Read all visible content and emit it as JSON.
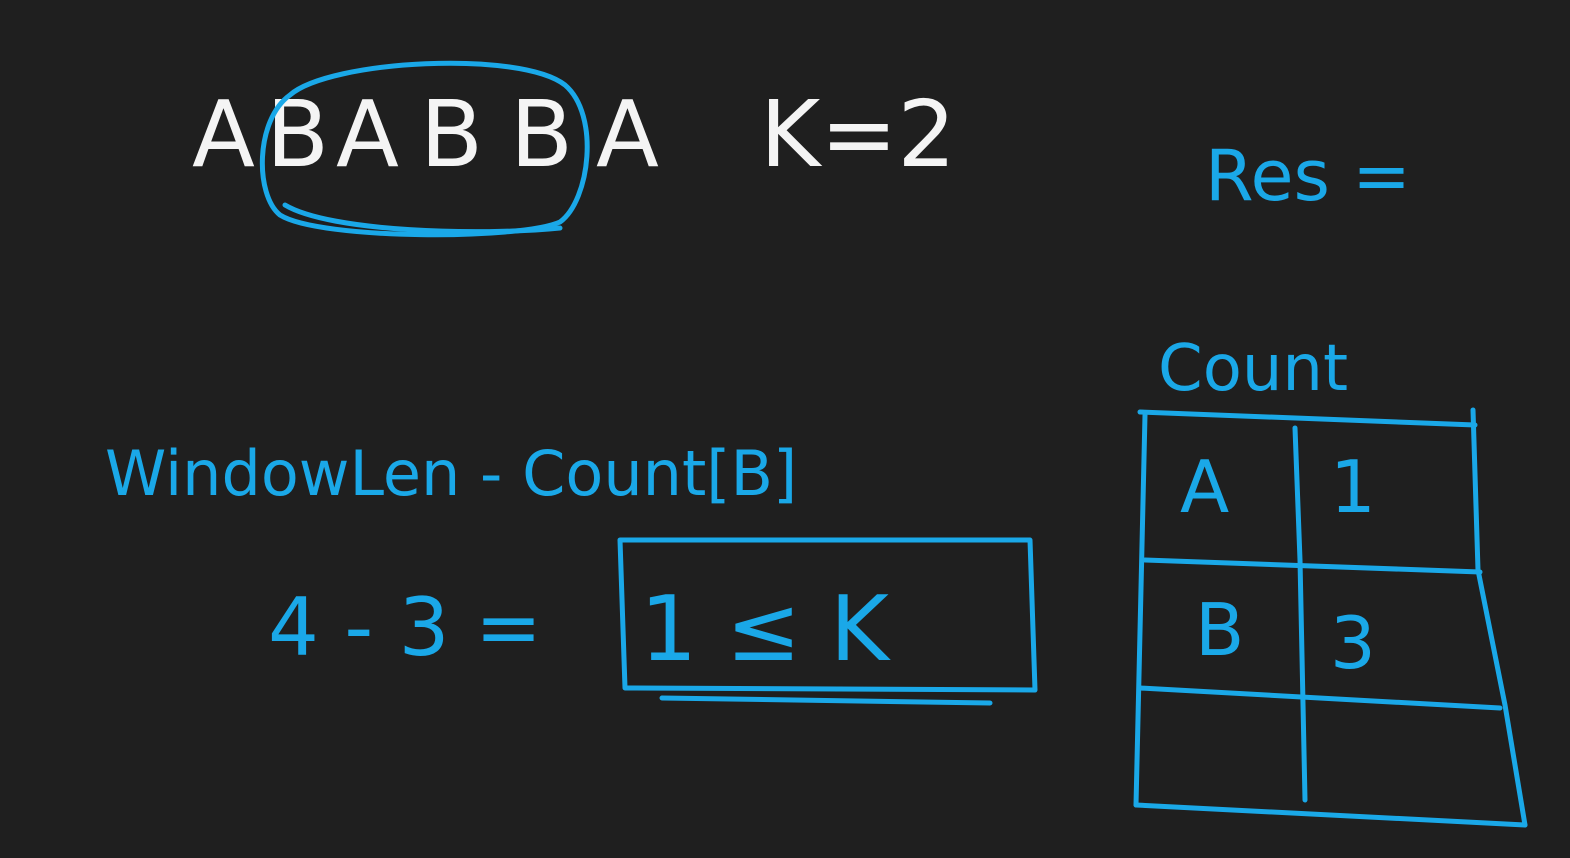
{
  "top": {
    "string_letters": [
      "A",
      "B",
      "A",
      "B",
      "B",
      "A"
    ],
    "k_label": "K=2"
  },
  "res": {
    "label": "Res ="
  },
  "formula": {
    "expr": "WindowLen - Count[B]",
    "left": "4 - 3 =",
    "boxed": "1 ≤ K"
  },
  "count_table": {
    "title": "Count",
    "rows": [
      {
        "char": "A",
        "count": "1"
      },
      {
        "char": "B",
        "count": "3"
      },
      {
        "char": "",
        "count": ""
      }
    ]
  },
  "colors": {
    "background": "#1f1f1f",
    "chalk_white": "#f4f4f4",
    "marker_blue": "#1aa8e8"
  }
}
